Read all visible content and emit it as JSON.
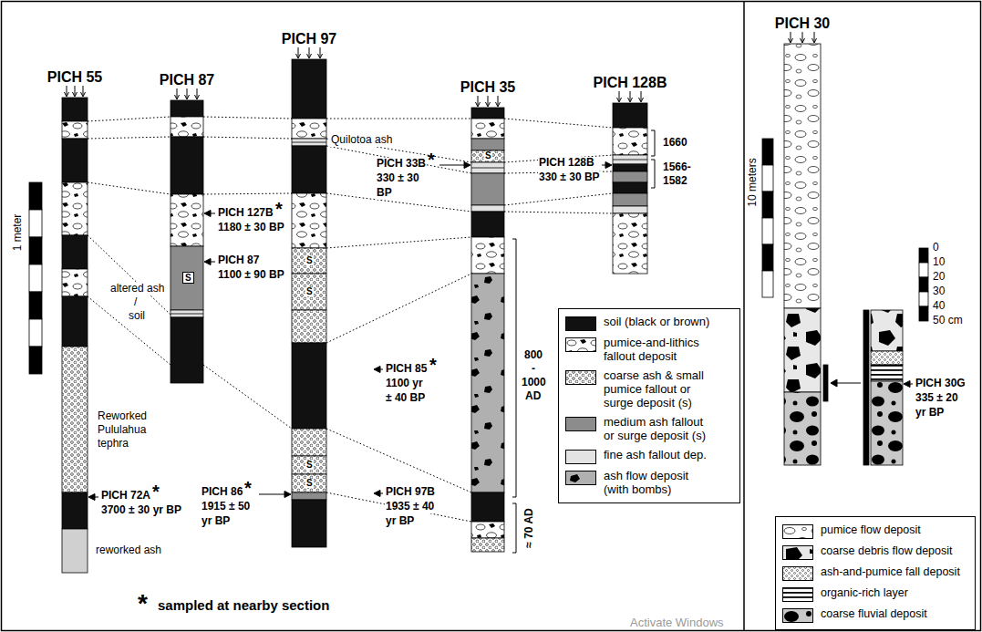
{
  "diagram": {
    "nodes": [
      {
        "text": [
          "PICH 55"
        ]
      },
      {
        "text": [
          "PICH 87"
        ]
      },
      {
        "text": [
          "PICH 97"
        ]
      },
      {
        "text": [
          "PICH 35"
        ]
      },
      {
        "text": [
          "PICH 128B"
        ]
      },
      {
        "text": [
          "PICH 30"
        ]
      }
    ],
    "edges": [
      {
        "from": 0,
        "to": 1,
        "arrow": "none"
      },
      {
        "from": 0,
        "to": 1,
        "arrow": "none"
      },
      {
        "from": 0,
        "to": 1,
        "arrow": "none"
      },
      {
        "from": 0,
        "to": 1,
        "arrow": "none"
      },
      {
        "from": 0,
        "to": 1,
        "arrow": "none"
      },
      {
        "from": 1,
        "to": 2,
        "arrow": "none"
      },
      {
        "from": 1,
        "to": 2,
        "arrow": "none"
      },
      {
        "from": 1,
        "to": 2,
        "arrow": "none"
      },
      {
        "from": 1,
        "to": 2,
        "arrow": "none"
      },
      {
        "from": 2,
        "to": 3,
        "arrow": "none"
      },
      {
        "from": 2,
        "to": 3,
        "arrow": "none"
      },
      {
        "from": 2,
        "to": 3,
        "arrow": "none"
      },
      {
        "from": 2,
        "to": 3,
        "arrow": "none"
      },
      {
        "from": 2,
        "to": 3,
        "arrow": "none"
      },
      {
        "from": 2,
        "to": 3,
        "arrow": "none"
      },
      {
        "from": 2,
        "to": 3,
        "arrow": "none"
      },
      {
        "from": 2,
        "to": 3,
        "arrow": "none"
      },
      {
        "from": 3,
        "to": 4,
        "arrow": "none"
      },
      {
        "from": 3,
        "to": 4,
        "arrow": "none"
      },
      {
        "from": 3,
        "to": 4,
        "arrow": "none"
      },
      {
        "from": 3,
        "to": 4,
        "arrow": "none"
      },
      {
        "from": 3,
        "to": 4,
        "arrow": "none"
      }
    ],
    "labels": [
      "1 meter",
      "altered ash",
      "/",
      "soil",
      "Reworked",
      "Pululahua",
      "tephra",
      "PICH 72A",
      "*",
      "3700 ± 30 yr BP",
      "reworked ash",
      "S",
      "PICH 127B",
      "*",
      "1180 ± 30 BP",
      "PICH 87",
      "1100 ± 90 BP",
      "PICH 86",
      "*",
      "1915 ± 50",
      "yr BP",
      "Quilotoa ash",
      "S",
      "S",
      "S",
      "S",
      "PICH 33B",
      "*",
      "330 ± 30",
      "BP",
      "PICH 85",
      "*",
      "1100 yr",
      "± 40 BP",
      "PICH 97B",
      "1935 ± 40",
      "yr BP",
      "S",
      "800",
      "-",
      "1000",
      "AD",
      "≈ 70 AD",
      "PICH 128B",
      "330 ± 30 BP",
      "1660",
      "1566-",
      "1582",
      "*",
      "sampled at nearby section",
      "10 meters",
      "0",
      "10",
      "20",
      "30",
      "40",
      "50 cm",
      "PICH 30G",
      "335 ± 20",
      "yr BP",
      "Activate Windows"
    ],
    "legend": [
      {
        "text": "soil (black or brown)",
        "color": "#111111"
      },
      {
        "text": "pumice-and-lithics fallout deposit"
      },
      {
        "text": "coarse ash & small pumice fallout or surge deposit (s)"
      },
      {
        "text": "medium ash fallout or surge deposit (s)",
        "color": "#8c8c8c"
      },
      {
        "text": "fine ash fallout dep.",
        "color": "#e3e3e3"
      },
      {
        "text": "ash flow deposit (with bombs)"
      },
      {
        "text": "pumice flow deposit"
      },
      {
        "text": "coarse debris flow deposit"
      },
      {
        "text": "ash-and-pumice fall deposit"
      },
      {
        "text": "organic-rich layer"
      },
      {
        "text": "coarse fluvial deposit"
      }
    ]
  }
}
